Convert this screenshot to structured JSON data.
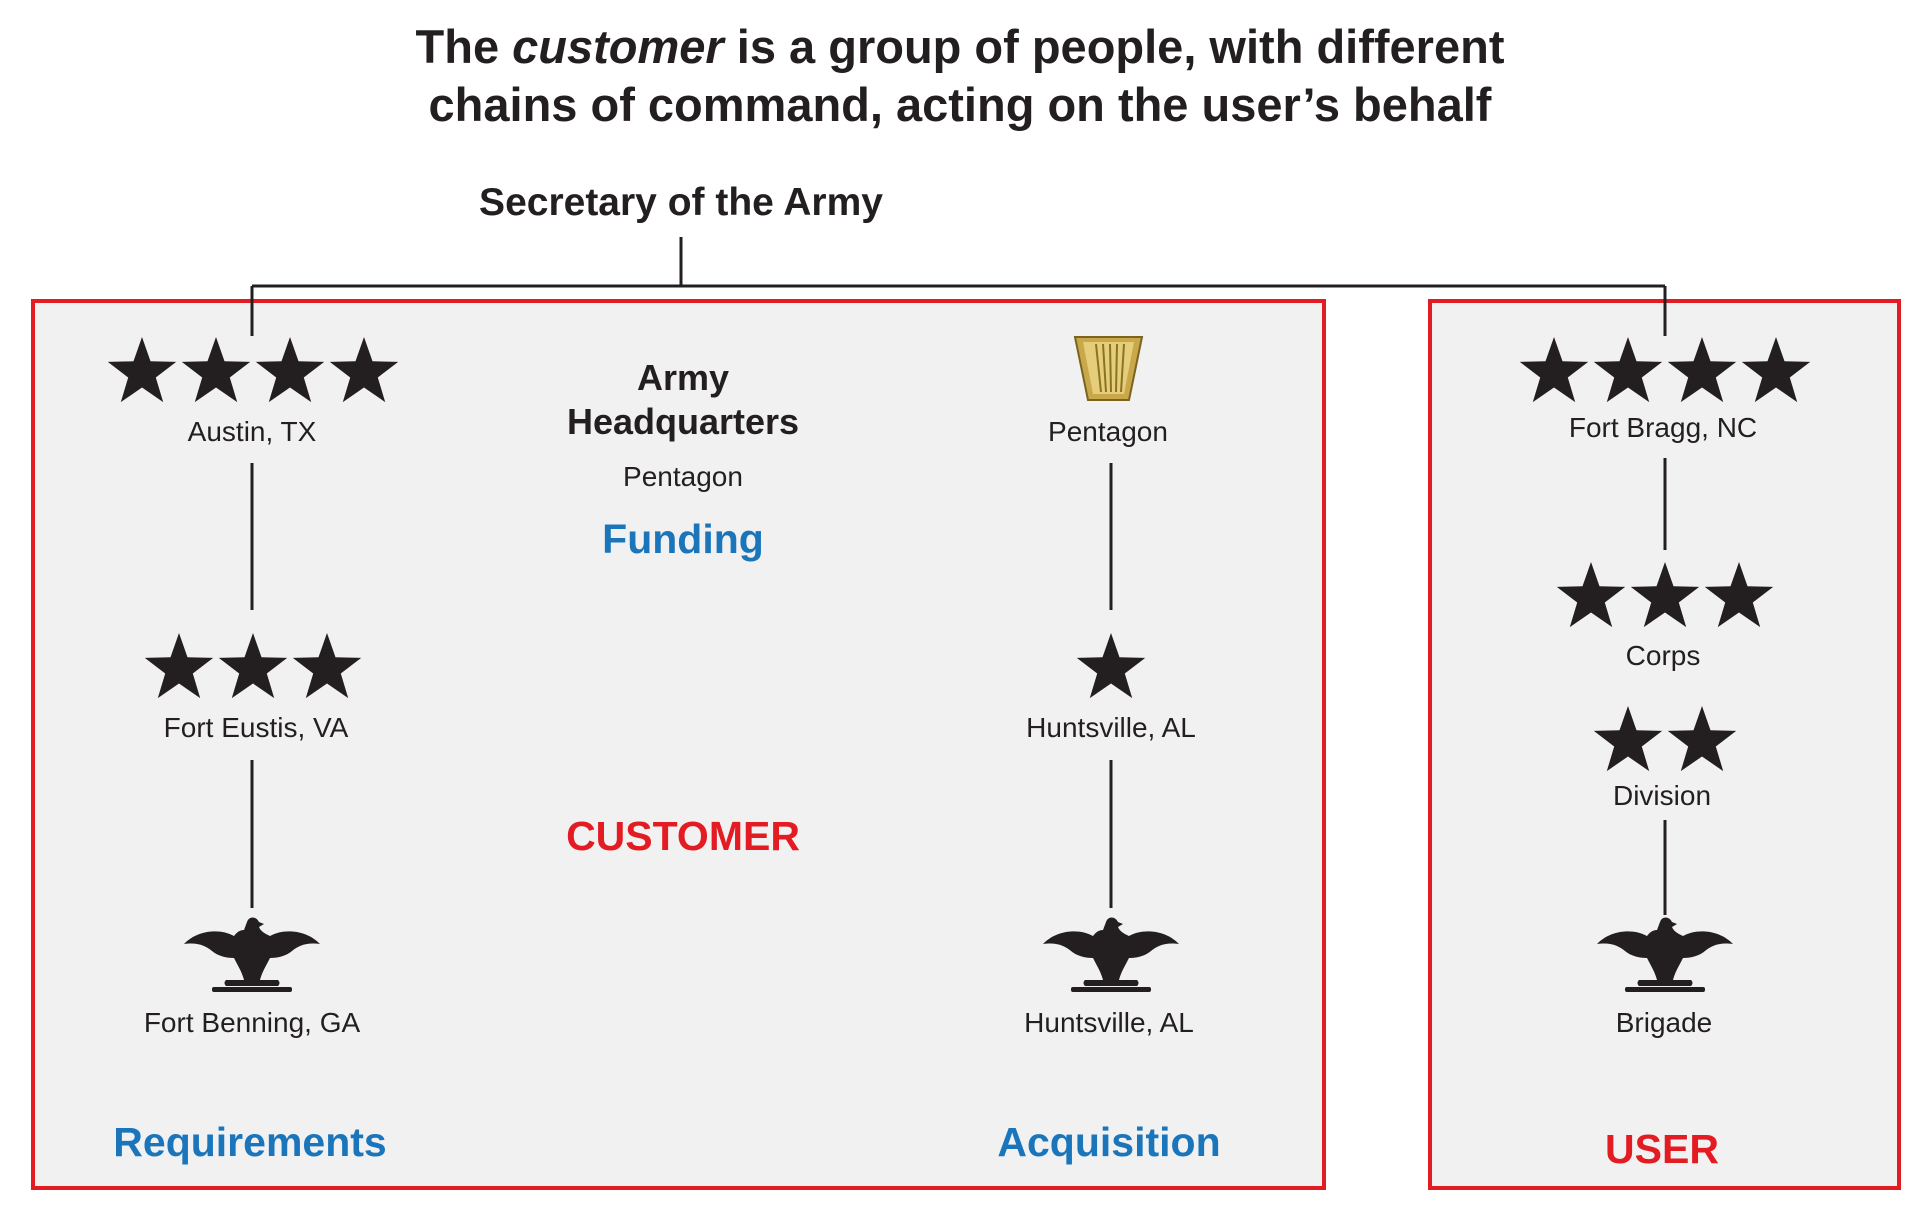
{
  "title": {
    "line1_pre": "The ",
    "line1_em": "customer",
    "line1_post": " is a group of people, with different",
    "line2": "chains of command, acting on the user’s behalf"
  },
  "top_node": "Secretary of the Army",
  "customer_box": {
    "label": "CUSTOMER",
    "requirements": {
      "label": "Requirements",
      "nodes": [
        {
          "rank_icon": "four-stars-icon",
          "location": "Austin, TX"
        },
        {
          "rank_icon": "three-stars-icon",
          "location": "Fort Eustis, VA"
        },
        {
          "rank_icon": "colonel-eagle-icon",
          "location": "Fort Benning, GA"
        }
      ]
    },
    "headquarters": {
      "name_line1": "Army",
      "name_line2": "Headquarters",
      "location": "Pentagon",
      "role": "Funding"
    },
    "acquisition": {
      "label": "Acquisition",
      "nodes": [
        {
          "rank_icon": "senior-executive-badge-icon",
          "location": "Pentagon"
        },
        {
          "rank_icon": "one-star-icon",
          "location": "Huntsville, AL"
        },
        {
          "rank_icon": "colonel-eagle-icon",
          "location": "Huntsville, AL"
        }
      ]
    }
  },
  "user_box": {
    "label": "USER",
    "nodes": [
      {
        "rank_icon": "four-stars-icon",
        "location": "Fort Bragg, NC"
      },
      {
        "rank_icon": "three-stars-icon",
        "location": "Corps"
      },
      {
        "rank_icon": "two-stars-icon",
        "location": "Division"
      },
      {
        "rank_icon": "colonel-eagle-icon",
        "location": "Brigade"
      }
    ]
  },
  "colors": {
    "accent_red": "#e31b23",
    "accent_blue": "#1b75bb",
    "box_fill": "#f1f1f2",
    "text": "#231f20",
    "badge_gold": "#c9a84c"
  }
}
